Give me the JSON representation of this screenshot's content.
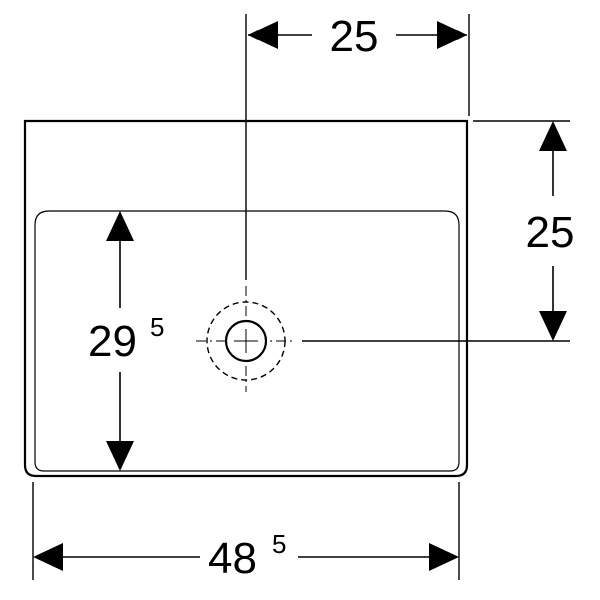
{
  "dimensions": {
    "top_width": "25",
    "right_height": "25",
    "inner_height_main": "29",
    "inner_height_sup": "5",
    "bottom_width_main": "48",
    "bottom_width_sup": "5"
  },
  "colors": {
    "line": "#000000",
    "background": "#ffffff"
  }
}
